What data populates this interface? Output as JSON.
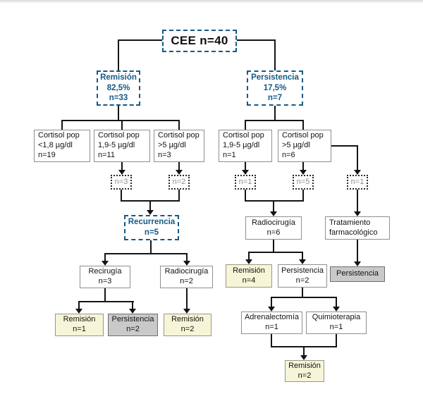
{
  "colors": {
    "accent_blue": "#155a85",
    "line_black": "#141414",
    "remission_cream": "#f7f5d8",
    "persistence_gray": "#c9c9c9"
  },
  "nodes": {
    "cee": {
      "label": "CEE n=40"
    },
    "remision_root": {
      "label": "Remisión\n82,5%\nn=33"
    },
    "persistencia_root": {
      "label": "Persistencia\n17,5%\nn=7"
    },
    "cortisol_l1": {
      "label": "Cortisol pop\n<1,8 µg/dl\nn=19"
    },
    "cortisol_l2": {
      "label": "Cortisol pop\n1,9-5 µg/dl\nn=11"
    },
    "cortisol_l3": {
      "label": "Cortisol pop\n>5 µg/dl\nn=3"
    },
    "cortisol_r1": {
      "label": "Cortisol pop\n1,9-5 µg/dl\nn=1"
    },
    "cortisol_r2": {
      "label": "Cortisol pop\n>5 µg/dl\nn=6"
    },
    "dotted_l1": {
      "label": "n=3"
    },
    "dotted_l2": {
      "label": "n=2"
    },
    "dotted_r1": {
      "label": "n=1"
    },
    "dotted_r2": {
      "label": "n=5"
    },
    "dotted_r3": {
      "label": "n=1"
    },
    "recurrencia": {
      "label": "Recurrencia\nn=5"
    },
    "radiocirugia6": {
      "label": "Radiocirugía\nn=6"
    },
    "tratamiento": {
      "label": "Tratamiento\nfarmacológico"
    },
    "recirugia": {
      "label": "Recirugía\nn=3"
    },
    "radiocirugia2": {
      "label": "Radiocirugía\nn=2"
    },
    "remision4": {
      "label": "Remisión\nn=4"
    },
    "persistencia2_radio": {
      "label": "Persistencia\nn=2"
    },
    "persistencia_farm": {
      "label": "Persistencia"
    },
    "remision1": {
      "label": "Remisión\nn=1"
    },
    "persistencia2_reciru": {
      "label": "Persistencia\nn=2"
    },
    "remision2_radio": {
      "label": "Remisión\nn=2"
    },
    "adrenalectomia": {
      "label": "Adrenalectomía\nn=1"
    },
    "quimioterapia": {
      "label": "Quimioterapia\nn=1"
    },
    "remision2_final": {
      "label": "Remisión\nn=2"
    }
  }
}
